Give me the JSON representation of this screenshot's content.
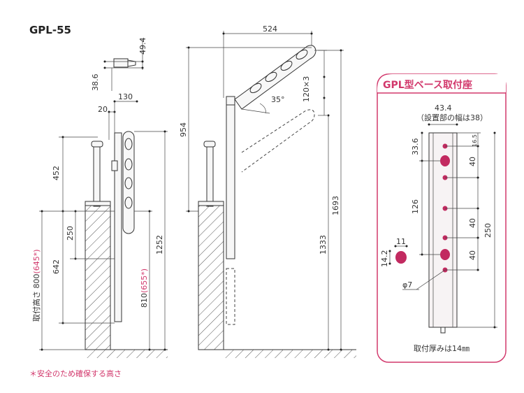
{
  "title": "GPL-55",
  "footnote": "＊安全のため確保する高さ",
  "colors": {
    "accent": "#d2386c",
    "hole": "#c22a60",
    "line": "#333333"
  },
  "left_view": {
    "dim_49_4": "49.4",
    "dim_38_6": "38.6",
    "dim_130": "130",
    "dim_20": "20",
    "dim_452": "452",
    "dim_250": "250",
    "dim_642": "642",
    "dim_800_label": "取付高さ 800",
    "dim_800_note": "(645*)",
    "dim_1252": "1252",
    "dim_810": "810",
    "dim_810_note": "(655*)"
  },
  "right_view": {
    "dim_524": "524",
    "dim_954": "954",
    "dim_120x3": "120×3",
    "angle": "35°",
    "dim_1693": "1693",
    "dim_1333": "1333"
  },
  "base_panel": {
    "title": "GPL型ベース取付座",
    "width": "43.4",
    "width_note": "（設置部の幅は38）",
    "dim_33_6": "33.6",
    "dim_16_5": "16.5",
    "dim_40_a": "40",
    "dim_126": "126",
    "dim_40_b": "40",
    "dim_250": "250",
    "dim_40_c": "40",
    "dim_11": "11",
    "dim_14_2": "14.2",
    "phi": "φ7",
    "thickness": "取付厚みは14㎜"
  }
}
